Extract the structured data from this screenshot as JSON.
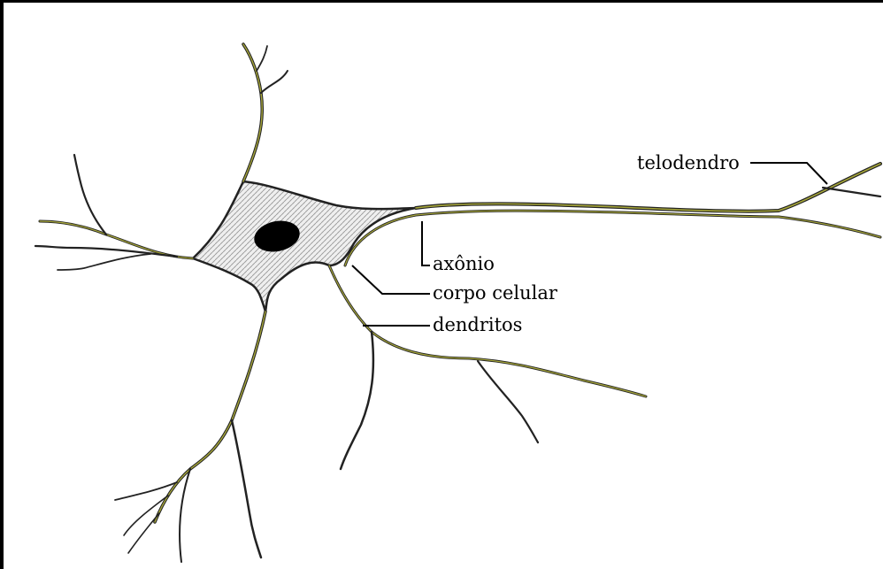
{
  "diagram": {
    "labels": {
      "telodendro": "telodendro",
      "axonio": "axônio",
      "corpo_celular": "corpo celular",
      "dendritos": "dendritos"
    },
    "colors": {
      "outline": "#1a1a1a",
      "membrane": "#9a9a2a",
      "soma_fill": "#e2e2e2",
      "nucleus": "#000000",
      "leader": "#000000"
    }
  }
}
